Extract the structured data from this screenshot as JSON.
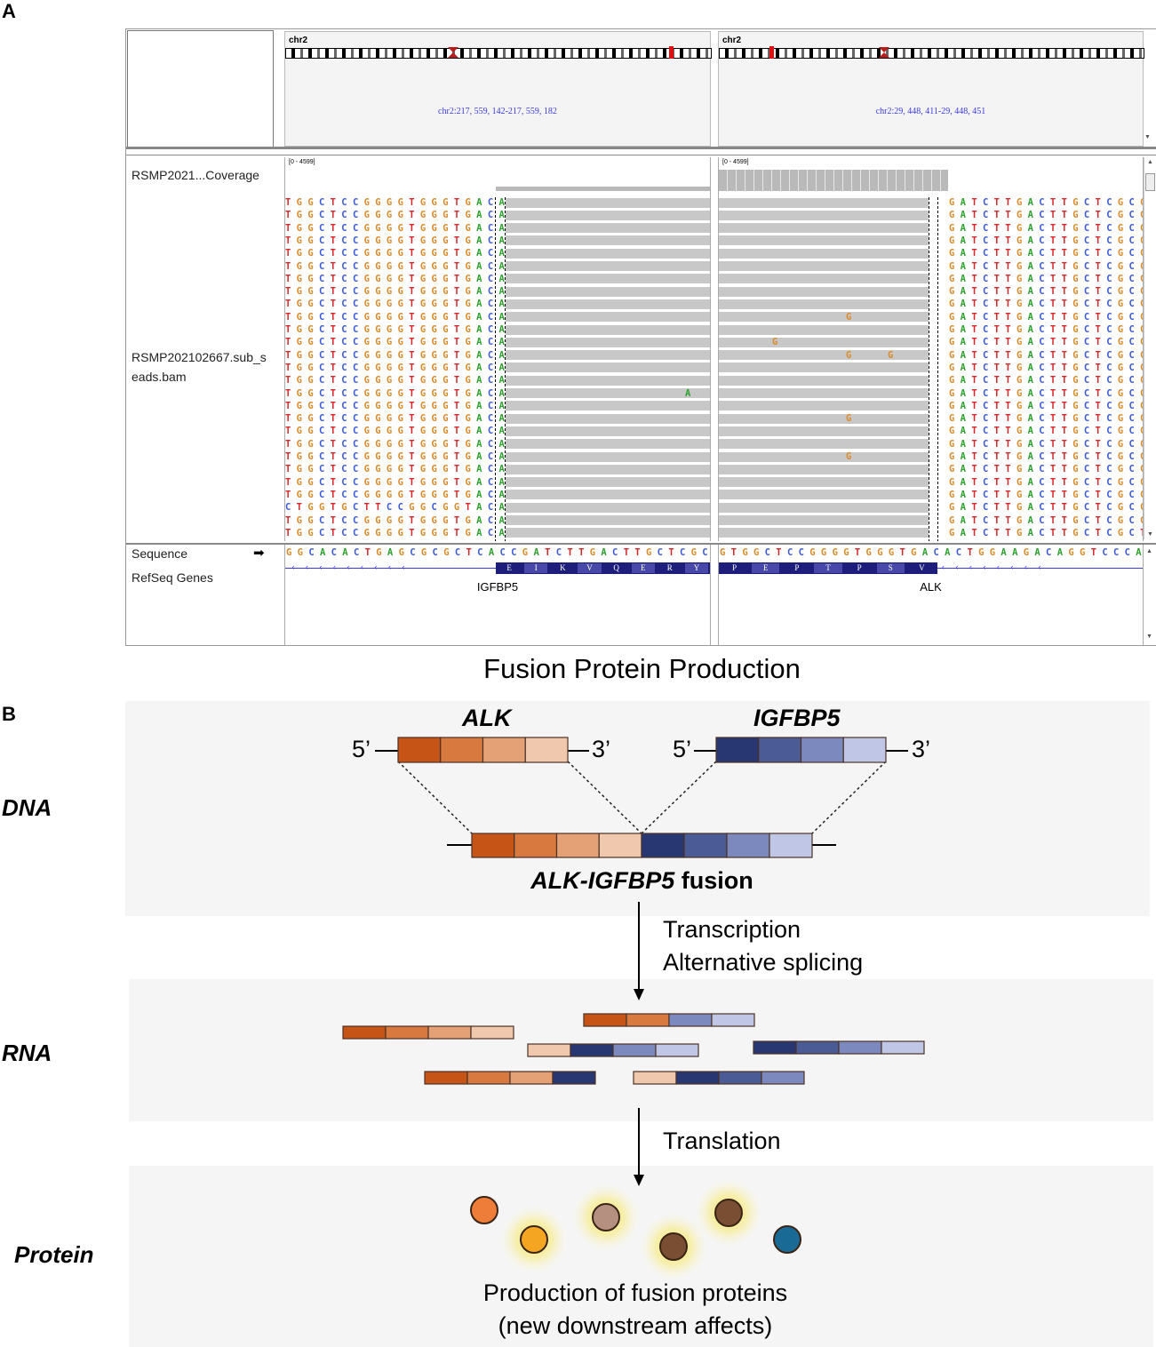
{
  "panel_a": {
    "letter": "A",
    "chrom_left": "chr2",
    "chrom_right": "chr2",
    "locus_left": "chr2:217, 559, 142-217, 559, 182",
    "locus_right": "chr2:29, 448, 411-29, 448, 451",
    "coverage_track": "RSMP2021...Coverage",
    "range_left": "[0 - 4599]",
    "range_right": "[0 - 4599]",
    "bam_track_line1": "RSMP202102667.sub_s",
    "bam_track_line2": "eads.bam",
    "sequence_label": "Sequence",
    "sequence_arrow": "➡",
    "refseq_label": "RefSeq Genes",
    "gene_left": "IGFBP5",
    "gene_right": "ALK",
    "sequence_left": "GGCACACTGAGCGCGCTCACCGATCTTGACTTGCTCGCGGT",
    "sequence_right": "GTGGCTCCGGGGTGGGTGACACTGGAAGACAGGTCCCACT",
    "aa_left": [
      "E",
      "I",
      "K",
      "V",
      "Q",
      "E",
      "R",
      "Y"
    ],
    "aa_right": [
      "P",
      "E",
      "P",
      "T",
      "P",
      "S",
      "V"
    ],
    "read_left_common": "TGGCTCCGGGGTGGGTGACA",
    "read_left_variant": "CTGGTGCTTCCGGCGGTACA",
    "read_right_common": "GATCTTGACTTGCTCGCG",
    "read_right_variant": "GATCTTGACTTGCTCGCT",
    "mismatch_g": "G",
    "mismatch_a": "A"
  },
  "heading": "Fusion Protein Production",
  "panel_b": {
    "letter": "B",
    "row_dna": "DNA",
    "row_rna": "RNA",
    "row_protein": "Protein",
    "gene1": "ALK",
    "gene2": "IGFBP5",
    "five_prime": "5’",
    "three_prime": "3’",
    "fusion_gene": "ALK-IGFBP5",
    "fusion_word": " fusion",
    "step1_line1": "Transcription",
    "step1_line2": "Alternative splicing",
    "step2": "Translation",
    "result_line1": "Production of fusion proteins",
    "result_line2": "(new downstream affects)"
  },
  "colors": {
    "alk": [
      "#c55416",
      "#d8793f",
      "#e5a176",
      "#efc8ae"
    ],
    "igfbp5": [
      "#283772",
      "#4b5b95",
      "#7b89bf",
      "#c0c7e6"
    ],
    "protein_orange": "#ee7d3a",
    "protein_gold": "#f4a622",
    "protein_mauve": "#b58f80",
    "protein_brown": "#7a4e33",
    "protein_blue": "#1a6a96"
  }
}
